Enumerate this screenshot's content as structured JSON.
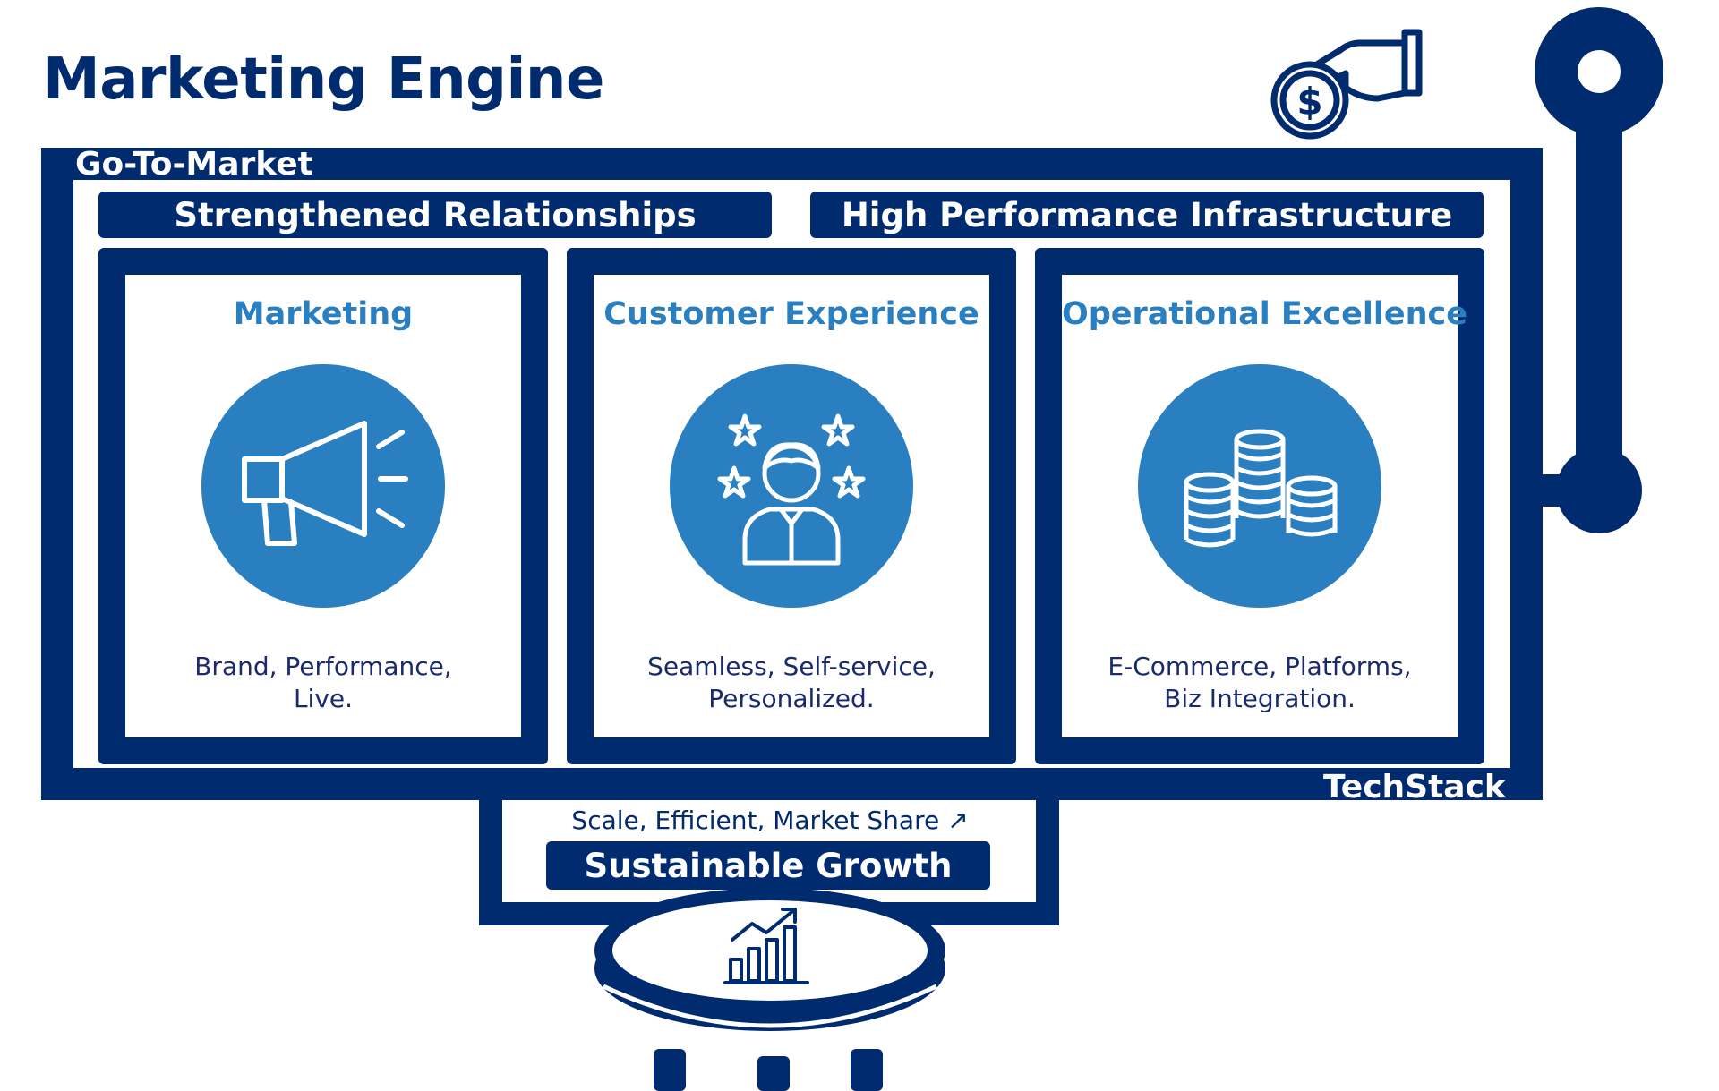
{
  "title": "Marketing Engine",
  "frame": {
    "top_label": "Go-To-Market",
    "bottom_label": "TechStack"
  },
  "banners": [
    "Strengthened Relationships",
    "High Performance Infrastructure"
  ],
  "cards": [
    {
      "title": "Marketing",
      "icon": "megaphone-icon",
      "desc_line1": "Brand, Performance,",
      "desc_line2": "Live."
    },
    {
      "title": "Customer Experience",
      "icon": "customer-stars-icon",
      "desc_line1": "Seamless, Self-service,",
      "desc_line2": "Personalized."
    },
    {
      "title": "Operational Excellence",
      "icon": "coin-stacks-icon",
      "desc_line1": "E-Commerce, Platforms,",
      "desc_line2": "Biz Integration."
    }
  ],
  "base": {
    "metrics": "Scale, Efficient, Market Share ↗",
    "growth_label": "Sustainable Growth",
    "icon": "growth-chart-icon"
  },
  "decor": {
    "coin_icon": "hand-dollar-coin-icon",
    "lever_icon": "lever-handle"
  },
  "colors": {
    "navy": "#002b6e",
    "accent_blue": "#2a7fc0",
    "text_dark": "#1a2a6c"
  }
}
